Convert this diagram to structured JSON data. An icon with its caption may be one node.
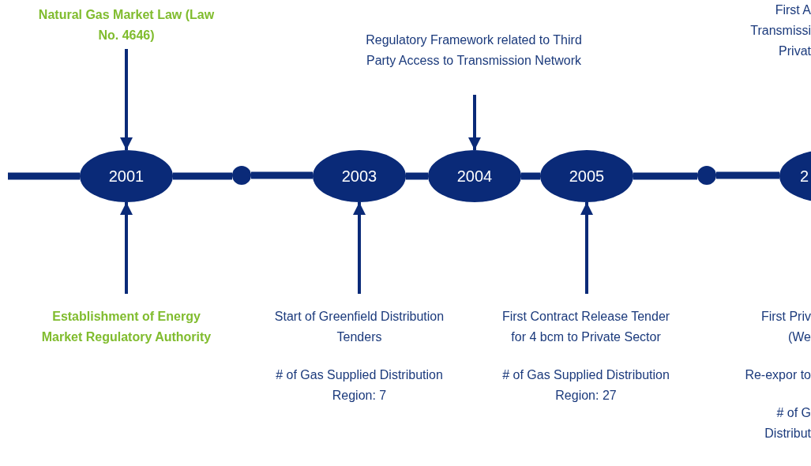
{
  "diagram": {
    "nodes": [
      {
        "text": [
          "2001"
        ]
      },
      {
        "text": [],
        "shape": "circle"
      },
      {
        "text": [
          "2003"
        ]
      },
      {
        "text": [
          "2004"
        ]
      },
      {
        "text": [
          "2005"
        ]
      },
      {
        "text": [],
        "shape": "circle"
      },
      {
        "text": [
          "2"
        ]
      },
      {
        "text": [
          "Natural Gas Market Law (Law No. 4646)"
        ]
      },
      {
        "text": [
          "Establishment of Energy Market Regulatory Authority"
        ]
      },
      {
        "text": [
          "Regulatory Framework related to Third Party Access to Transmission Network"
        ]
      },
      {
        "text": [
          "Start of Greenfield Distribution Tenders"
        ],
        "beside": [
          "# of Gas Supplied Distribution Region: 7"
        ]
      },
      {
        "text": [
          "First Contract Release Tender for 4 bcm to Private Sector"
        ],
        "beside": [
          "# of Gas Supplied Distribution Region: 27"
        ]
      },
      {
        "text": [
          "First A Transmissi Privat"
        ]
      },
      {
        "text": [
          "First Priv (We"
        ],
        "beside": [
          "Re-expor to",
          "# of G Distribut"
        ]
      }
    ],
    "edges": [
      {
        "from": null,
        "to": 0,
        "arrow": "none"
      },
      {
        "from": 0,
        "to": 1,
        "arrow": "none"
      },
      {
        "from": 1,
        "to": 2,
        "arrow": "none"
      },
      {
        "from": 2,
        "to": 3,
        "arrow": "none"
      },
      {
        "from": 3,
        "to": 4,
        "arrow": "none"
      },
      {
        "from": 4,
        "to": 5,
        "arrow": "none"
      },
      {
        "from": 5,
        "to": 6,
        "arrow": "none"
      },
      {
        "from": 7,
        "to": 0,
        "arrow": "to"
      },
      {
        "from": 8,
        "to": 0,
        "arrow": "to"
      },
      {
        "from": 9,
        "to": 3,
        "arrow": "to"
      },
      {
        "from": 10,
        "to": 2,
        "arrow": "to"
      },
      {
        "from": 11,
        "to": 4,
        "arrow": "to"
      }
    ]
  }
}
